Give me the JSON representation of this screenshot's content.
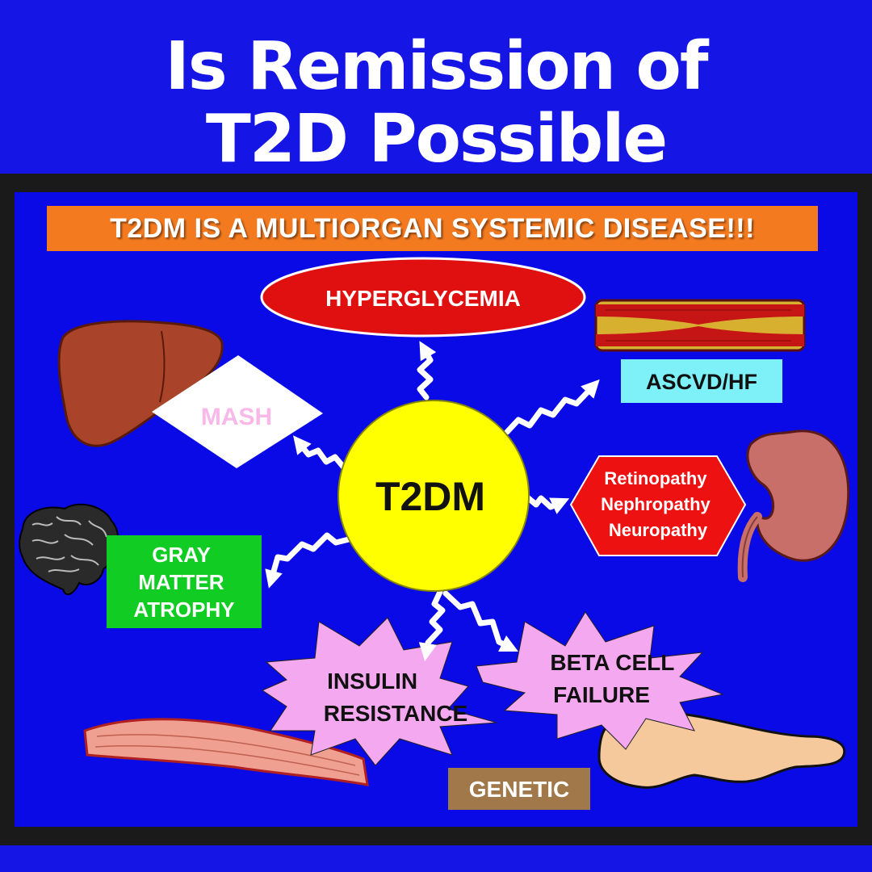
{
  "title": {
    "line1": "Is Remission of",
    "line2": "T2D Possible"
  },
  "banner": "T2DM IS A MULTIORGAN SYSTEMIC DISEASE!!!",
  "center": "T2DM",
  "hyperglycemia": "HYPERGLYCEMIA",
  "ascvd": "ASCVD/HF",
  "mash": "MASH",
  "complications": [
    "Retinopathy",
    "Nephropathy",
    "Neuropathy"
  ],
  "gray_matter": [
    "GRAY",
    "MATTER",
    "ATROPHY"
  ],
  "insulin_resistance": [
    "INSULIN",
    "RESISTANCE"
  ],
  "beta_cell": [
    "BETA CELL",
    "FAILURE"
  ],
  "genetic": "GENETIC",
  "colors": {
    "background": "#1515e6",
    "panel": "#0a0ae6",
    "banner": "#f47a20",
    "center": "#ffff00",
    "hyperglycemia": "#e01010",
    "ascvd_box": "#7ef0f8",
    "mash_text": "#f8b8e8",
    "complications": "#ee1111",
    "gray_matter_box": "#11cc22",
    "starburst": "#f4a8f0",
    "genetic_box": "#a0784a"
  },
  "icons": [
    "liver-icon",
    "artery-icon",
    "kidney-icon",
    "brain-icon",
    "muscle-icon",
    "pancreas-icon"
  ]
}
